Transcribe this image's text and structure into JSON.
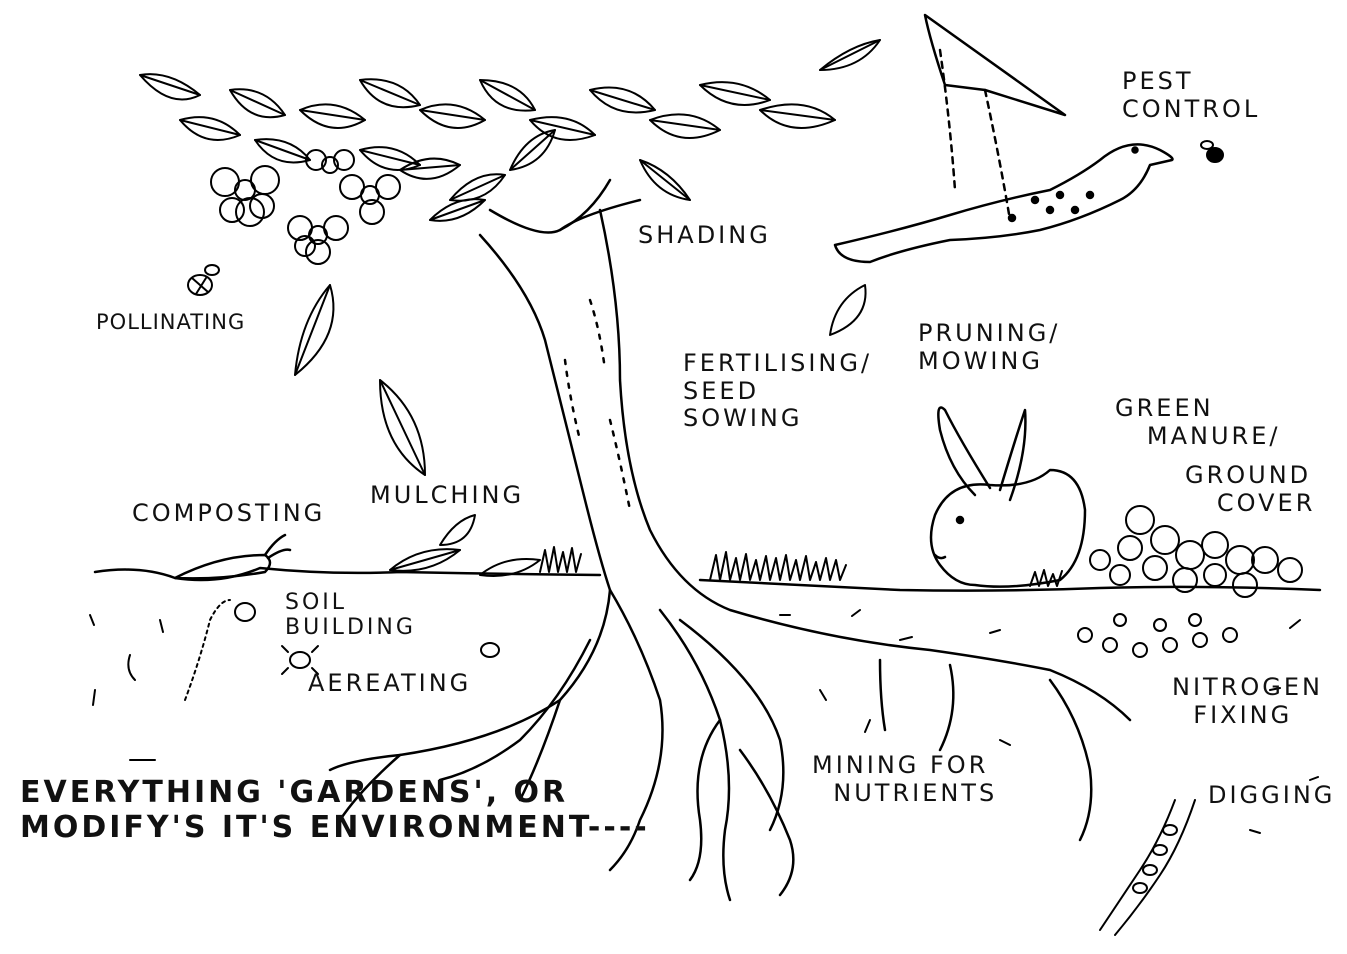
{
  "labels": {
    "pest_control": "PEST\nCONTROL",
    "shading": "SHADING",
    "pollinating": "POLLINATING",
    "fertilising": "FERTILISING/\nSEED\nSOWING",
    "pruning": "PRUNING/\nMOWING",
    "green_manure_1": "GREEN\n   MANURE/",
    "green_manure_2": "GROUND\n   COVER",
    "composting": "COMPOSTING",
    "mulching": "MULCHING",
    "soil_building": "SOIL\nBUILDING",
    "aereating": "AEREATING",
    "nitrogen_fixing": "NITROGEN\n  FIXING",
    "mining": "MINING FOR\n  NUTRIENTS",
    "digging": "DIGGING",
    "caption": "EVERYTHING 'GARDENS', OR\nMODIFY'S IT'S ENVIRONMENT----"
  },
  "icons": [
    "tree-icon",
    "bird-icon",
    "rabbit-icon",
    "bee-icon",
    "fly-icon",
    "leaf-icon",
    "carrot-icon",
    "worm-icon",
    "root-icon",
    "flower-icon",
    "clover-icon"
  ]
}
